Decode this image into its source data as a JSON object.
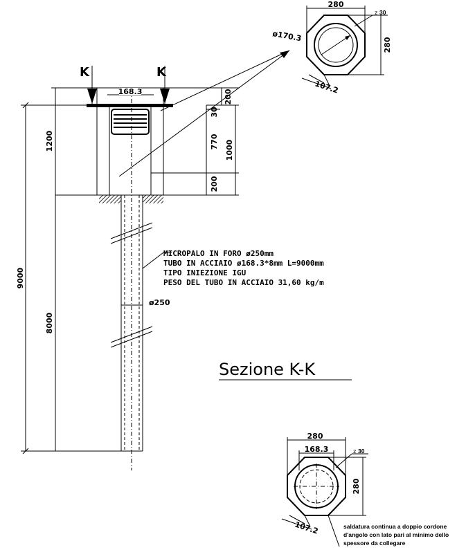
{
  "section_title": "Sezione K-K",
  "section_marks": {
    "left": "K",
    "right": "K"
  },
  "pile_note": {
    "line1": "MICROPALO IN FORO ø250mm",
    "line2": "TUBO IN ACCIAIO ø168.3*8mm L=9000mm",
    "line3": "TIPO INIEZIONE IGU",
    "line4": "PESO DEL TUBO IN ACCIAIO 31,60 kg/m"
  },
  "diameter_label": "ø250",
  "dimensions": {
    "total_length": "9000",
    "pile_length": "8000",
    "cap_height": "1200",
    "cap_top": "200",
    "plate_offset": "30",
    "embedment": "770",
    "cap_inner": "1000",
    "cap_bottom": "200",
    "tube_width_top": "168.3",
    "pipe_diameter_callout": "ø170.3"
  },
  "plate_detail_top": {
    "width": "280",
    "height": "280",
    "weld": "30",
    "weld_symbol": "z",
    "chamfer": "107.2"
  },
  "plate_detail_bottom": {
    "width": "280",
    "inner": "168.3",
    "height": "280",
    "weld": "30",
    "weld_symbol": "z",
    "chamfer": "107.2",
    "weld_note": {
      "line1": "saldatura continua a doppio cordone",
      "line2": "d'angolo con lato pari al minimo dello",
      "line3": "spessore da collegare"
    }
  }
}
